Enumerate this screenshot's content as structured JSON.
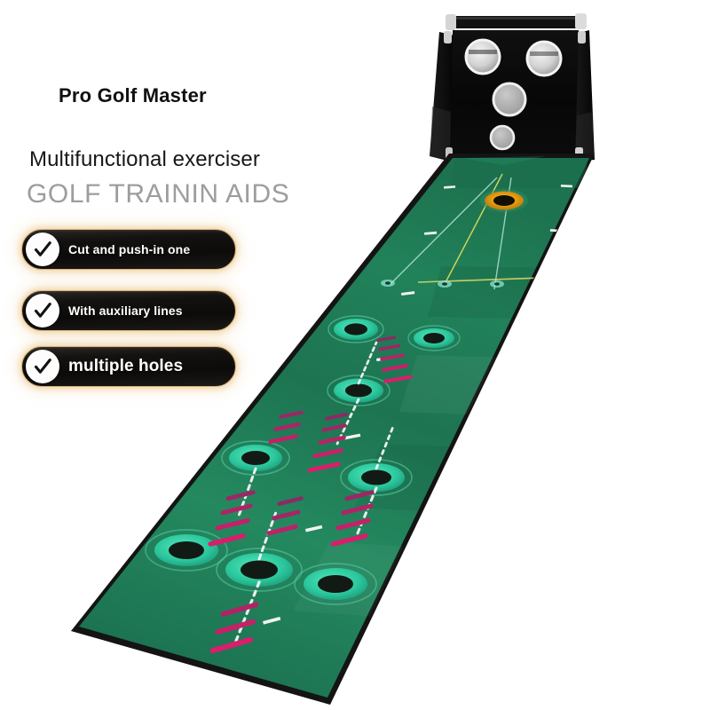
{
  "headline": {
    "brand": "Pro Golf Master",
    "subtitle": "Multifunctional exerciser",
    "tagline": "GOLF TRAININ AIDS"
  },
  "features": [
    {
      "label": "Cut and push-in one",
      "icon": "check-icon"
    },
    {
      "label": "With auxiliary lines",
      "icon": "check-icon"
    },
    {
      "label": "multiple holes",
      "icon": "check-icon"
    }
  ],
  "colors": {
    "pill_background": "#0d0c0b",
    "pill_border": "#d8b477",
    "pill_glow": "#eecb92",
    "brand_text": "#101010",
    "subtitle_text": "#171717",
    "tagline_text": "#9d9d9f",
    "mat_green": "#1f7a54",
    "mat_green_light": "#2f9a6d",
    "mat_green_dark": "#146647",
    "mat_edge": "#141414",
    "hole_ring_teal": "#2fd3a8",
    "hole_center": "#111511",
    "target_hole_gold": "#e8a417",
    "marker_pink": "#e0185f",
    "marker_magenta": "#b3206a",
    "guide_line_yellow": "#d8d95a",
    "guide_line_cyan": "#9fe2dd",
    "net_black": "#090909",
    "net_hole_ring": "#f2f2f2",
    "net_hole_fill": "#a9a9a9",
    "frame_metal": "#d5d5d5",
    "background": "#ffffff"
  },
  "product": {
    "name": "golf-putting-mat-with-net-backboard",
    "net_target_holes": 4,
    "mat_practice_holes": 9,
    "target_hole_label": "gold-target-hole"
  }
}
